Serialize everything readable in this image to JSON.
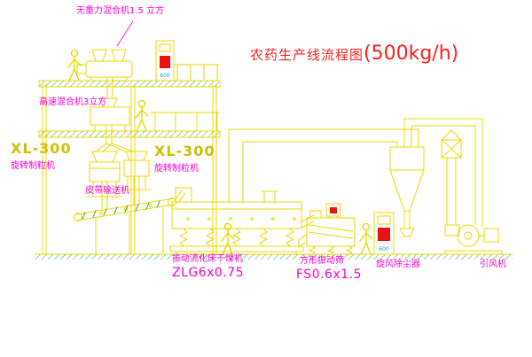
{
  "title": {
    "name": "农药生产线流程图",
    "capacity": "(500kg/h)"
  },
  "labels": {
    "mixer_top": "无重力混合机1.5 立方",
    "mixer_highspeed": "高速混合机3立方",
    "granulator_left_model": "XL-300",
    "granulator_left_name": "旋转制粒机",
    "granulator_center_model": "XL-300",
    "granulator_center_name": "旋转制粒机",
    "belt_conveyor": "皮带输送机",
    "dryer_name": "振动流化床干燥机",
    "dryer_model": "ZLG6x0.75",
    "screen_name": "方形振动筛",
    "screen_model": "FS0.6x1.5",
    "cyclone": "旋风除尘器",
    "fan": "引风机"
  },
  "annotations": {
    "cabinet1_text": "600",
    "cabinet2_text": "600"
  },
  "colors": {
    "drawing_line": "#ecd800",
    "hatch_green": "#1fa11f",
    "label_magenta": "#ff00d4",
    "label_yellow": "#cfc004",
    "title_red": "#ff2020",
    "panel_red": "#ee1111",
    "dim_cyan": "#00aac0",
    "background": "#ffffff"
  }
}
